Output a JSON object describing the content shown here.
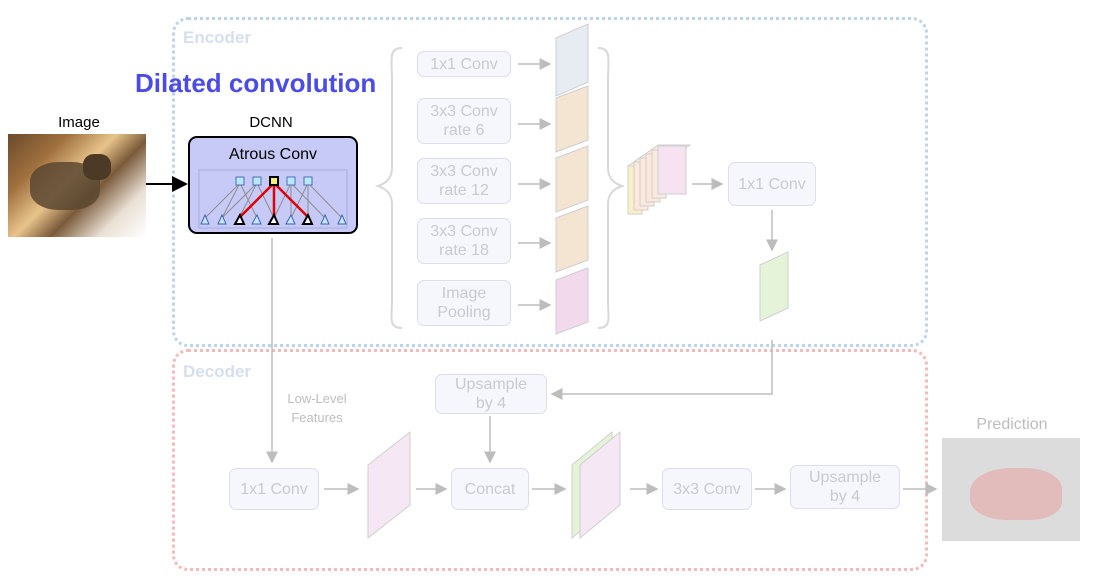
{
  "encoder": {
    "title": "Encoder"
  },
  "decoder": {
    "title": "Decoder"
  },
  "headline": "Dilated convolution",
  "input": {
    "label": "Image"
  },
  "dcnn": {
    "label": "DCNN",
    "inner_label": "Atrous Conv"
  },
  "aspp": {
    "branches": [
      {
        "line1": "1x1 Conv",
        "line2": ""
      },
      {
        "line1": "3x3 Conv",
        "line2": "rate 6"
      },
      {
        "line1": "3x3 Conv",
        "line2": "rate 12"
      },
      {
        "line1": "3x3 Conv",
        "line2": "rate 18"
      },
      {
        "line1": "Image",
        "line2": "Pooling"
      }
    ],
    "project_label": "1x1 Conv"
  },
  "decoder_nodes": {
    "low_level_features": "Low-Level\nFeatures",
    "upsample_a": "Upsample\nby 4",
    "conv_low": "1x1 Conv",
    "concat": "Concat",
    "conv_3x3": "3x3 Conv",
    "upsample_b": "Upsample\nby 4"
  },
  "output": {
    "label": "Prediction"
  },
  "colors": {
    "headline": "#4b4bea",
    "dcnn_fill": "#c7caf7",
    "encoder_border": "#bcd4ea",
    "decoder_border": "#f4b9b9",
    "red_path": "#e00000"
  }
}
